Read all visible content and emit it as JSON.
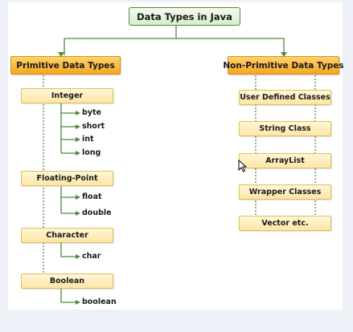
{
  "diagram": {
    "root": "Data Types in Java",
    "primitive": {
      "label": "Primitive Data Types",
      "groups": [
        {
          "label": "Integer",
          "leaves": [
            "byte",
            "short",
            "int",
            "long"
          ]
        },
        {
          "label": "Floating-Point",
          "leaves": [
            "float",
            "double"
          ]
        },
        {
          "label": "Character",
          "leaves": [
            "char"
          ]
        },
        {
          "label": "Boolean",
          "leaves": [
            "boolean"
          ]
        }
      ]
    },
    "non_primitive": {
      "label": "Non-Primitive Data Types",
      "items": [
        "User Defined Classes",
        "String Class",
        "ArrayList",
        "Wrapper Classes",
        "Vector etc."
      ]
    }
  },
  "colors": {
    "connector": "#4c8a3c",
    "category_fill": "#f5a623",
    "node_fill": "#fde6a6"
  }
}
